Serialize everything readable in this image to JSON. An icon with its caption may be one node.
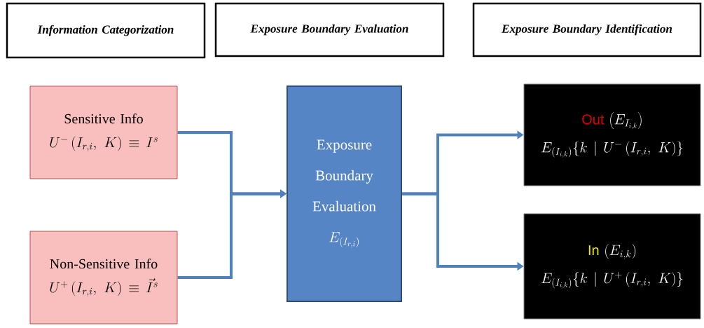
{
  "diagram": {
    "nodes": [
      {
        "text": [
          "Information Categorization"
        ]
      },
      {
        "text": [
          "Exposure Boundary Evaluation"
        ]
      },
      {
        "text": [
          "Exposure Boundary Identification"
        ]
      },
      {
        "text": [
          "Sensitive Info",
          "U^{-}\\left(I_{r,i},\\ K\\right) \\equiv I^{s}"
        ]
      },
      {
        "text": [
          "Non-Sensitive Info",
          "U^{+}\\left(I_{r,i},\\ K\\right) \\equiv \\vec{I}^{s}"
        ]
      },
      {
        "text": [
          "Exposure Boundary Evaluation",
          "E_{(I_{r,i})}"
        ]
      },
      {
        "text": [
          "Out",
          "\\left(E_{I_{i,k}}\\right)",
          "E_{(I_{i,k})}\\{k \\mid U^{-}\\left(I_{r,i},\\ K\\right)\\}"
        ]
      },
      {
        "text": [
          "In",
          "\\left(E_{i,k}\\right)",
          "E_{(I_{i,k})}\\{k \\mid U^{+}\\left(I_{r,i},\\ K\\right)\\}"
        ]
      }
    ],
    "edges": [
      {
        "from": 3,
        "to": 5,
        "arrow": "to"
      },
      {
        "from": 4,
        "to": 5,
        "arrow": "to"
      },
      {
        "from": 5,
        "to": 6,
        "arrow": "to"
      },
      {
        "from": 5,
        "to": 7,
        "arrow": "to"
      }
    ]
  }
}
